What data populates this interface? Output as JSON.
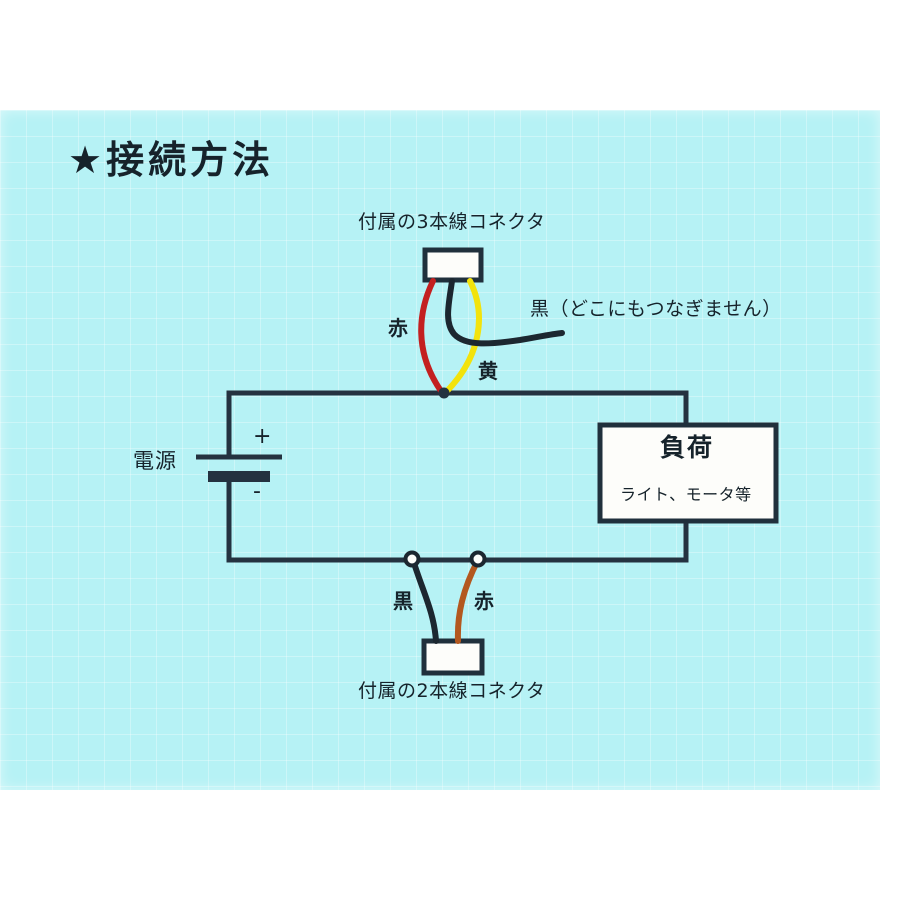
{
  "page": {
    "title": "★接続方法",
    "background_color": "#ffffff",
    "plate_color": "#b6f2f5"
  },
  "diagram": {
    "title": "★接続方法",
    "labels": {
      "top_connector": "付属の3本線コネクタ",
      "black_note": "黒（どこにもつなぎません）",
      "red_top": "赤",
      "yellow_top": "黄",
      "power": "電源",
      "plus": "+",
      "minus": "-",
      "load": "負荷",
      "load_sub": "ライト、モータ等",
      "black_bottom": "黒",
      "red_bottom": "赤",
      "bottom_connector": "付属の2本線コネクタ"
    },
    "wire_colors": {
      "red_top": "#c32020",
      "yellow": "#f2e30c",
      "black": "#1c2730",
      "red_bottom": "#b3581f",
      "circuit_line": "#243240",
      "connector_fill": "#fdfdfa",
      "connector_border": "#20303c"
    },
    "components": [
      {
        "name": "3-wire-connector",
        "kind": "connector",
        "wires": [
          "赤",
          "黒",
          "黄"
        ]
      },
      {
        "name": "power-source",
        "kind": "battery",
        "label": "電源",
        "terminals": [
          "+",
          "-"
        ]
      },
      {
        "name": "load",
        "kind": "box",
        "label": "負荷",
        "note": "ライト、モータ等"
      },
      {
        "name": "2-wire-connector",
        "kind": "connector",
        "wires": [
          "黒",
          "赤"
        ]
      }
    ]
  }
}
